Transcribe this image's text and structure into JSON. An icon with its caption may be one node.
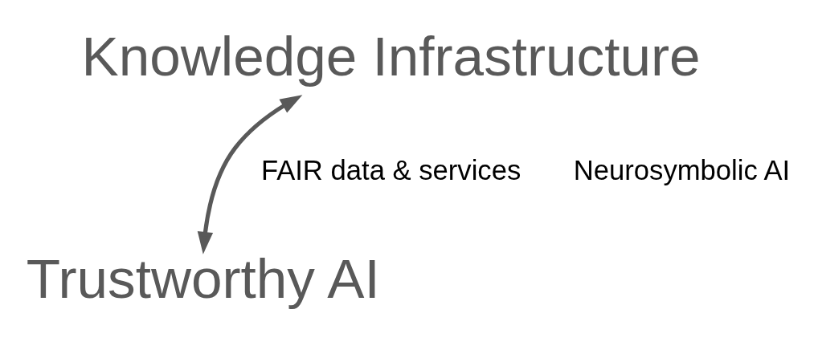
{
  "diagram": {
    "nodes": [
      {
        "text": [
          "Knowledge Infrastructure"
        ]
      },
      {
        "text": [
          "Trustworthy AI"
        ]
      }
    ],
    "edges": [
      {
        "from": 0,
        "to": 1,
        "arrow": "both"
      }
    ],
    "labels": [
      "FAIR data & services",
      "Neurosymbolic AI"
    ]
  }
}
